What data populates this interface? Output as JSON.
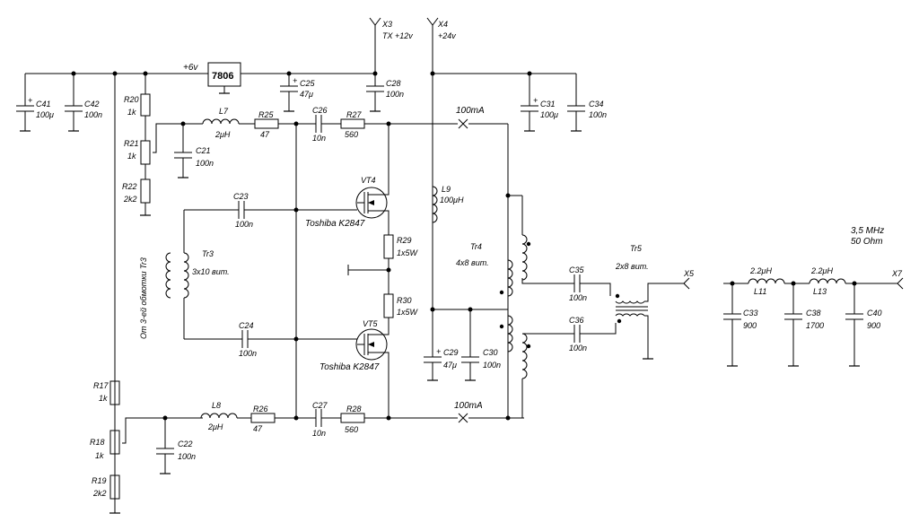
{
  "schematic": {
    "ports": {
      "x3": {
        "name": "X3",
        "label": "TX +12v"
      },
      "x4": {
        "name": "X4",
        "label": "+24v"
      },
      "x5": {
        "name": "X5"
      },
      "x7": {
        "name": "X7"
      }
    },
    "rail_label": "+6v",
    "regulator": "7806",
    "capacitors": {
      "c41": {
        "name": "C41",
        "value": "100μ"
      },
      "c42": {
        "name": "C42",
        "value": "100n"
      },
      "c25": {
        "name": "C25",
        "value": "47μ"
      },
      "c28": {
        "name": "C28",
        "value": "100n"
      },
      "c31": {
        "name": "C31",
        "value": "100μ"
      },
      "c34": {
        "name": "C34",
        "value": "100n"
      },
      "c21": {
        "name": "C21",
        "value": "100n"
      },
      "c26": {
        "name": "C26",
        "value": "10n"
      },
      "c23": {
        "name": "C23",
        "value": "100n"
      },
      "c24": {
        "name": "C24",
        "value": "100n"
      },
      "c27": {
        "name": "C27",
        "value": "10n"
      },
      "c22": {
        "name": "C22",
        "value": "100n"
      },
      "c29": {
        "name": "C29",
        "value": "47μ"
      },
      "c30": {
        "name": "C30",
        "value": "100n"
      },
      "c35": {
        "name": "C35",
        "value": "100n"
      },
      "c36": {
        "name": "C36",
        "value": "100n"
      },
      "c33": {
        "name": "C33",
        "value": "900"
      },
      "c38": {
        "name": "C38",
        "value": "1700"
      },
      "c40": {
        "name": "C40",
        "value": "900"
      }
    },
    "resistors": {
      "r20": {
        "name": "R20",
        "value": "1k"
      },
      "r21": {
        "name": "R21",
        "value": "1k"
      },
      "r22": {
        "name": "R22",
        "value": "2k2"
      },
      "r25": {
        "name": "R25",
        "value": "47"
      },
      "r27": {
        "name": "R27",
        "value": "560"
      },
      "r29": {
        "name": "R29",
        "value": "1x5W"
      },
      "r30": {
        "name": "R30",
        "value": "1x5W"
      },
      "r17": {
        "name": "R17",
        "value": "1k"
      },
      "r18": {
        "name": "R18",
        "value": "1k"
      },
      "r19": {
        "name": "R19",
        "value": "2k2"
      },
      "r26": {
        "name": "R26",
        "value": "47"
      },
      "r28": {
        "name": "R28",
        "value": "560"
      }
    },
    "inductors": {
      "l7": {
        "name": "L7",
        "value": "2μH"
      },
      "l8": {
        "name": "L8",
        "value": "2μH"
      },
      "l9": {
        "name": "L9",
        "value": "100μH"
      },
      "l11": {
        "name": "L11",
        "value": "2.2μH"
      },
      "l13": {
        "name": "L13",
        "value": "2.2μH"
      }
    },
    "transistors": {
      "vt4": {
        "name": "VT4",
        "part": "Toshiba K2847"
      },
      "vt5": {
        "name": "VT5",
        "part": "Toshiba K2847"
      }
    },
    "transformers": {
      "tr3": {
        "name": "Tr3",
        "turns": "3x10 вит.",
        "note": "От 3-ей обмотки Tr3"
      },
      "tr4": {
        "name": "Tr4",
        "turns": "4x8 вит."
      },
      "tr5": {
        "name": "Tr5",
        "turns": "2x8 вит."
      }
    },
    "current_top": "100mA",
    "current_bottom": "100mA",
    "filter_spec": {
      "freq": "3,5 MHz",
      "impedance": "50 Ohm"
    }
  }
}
